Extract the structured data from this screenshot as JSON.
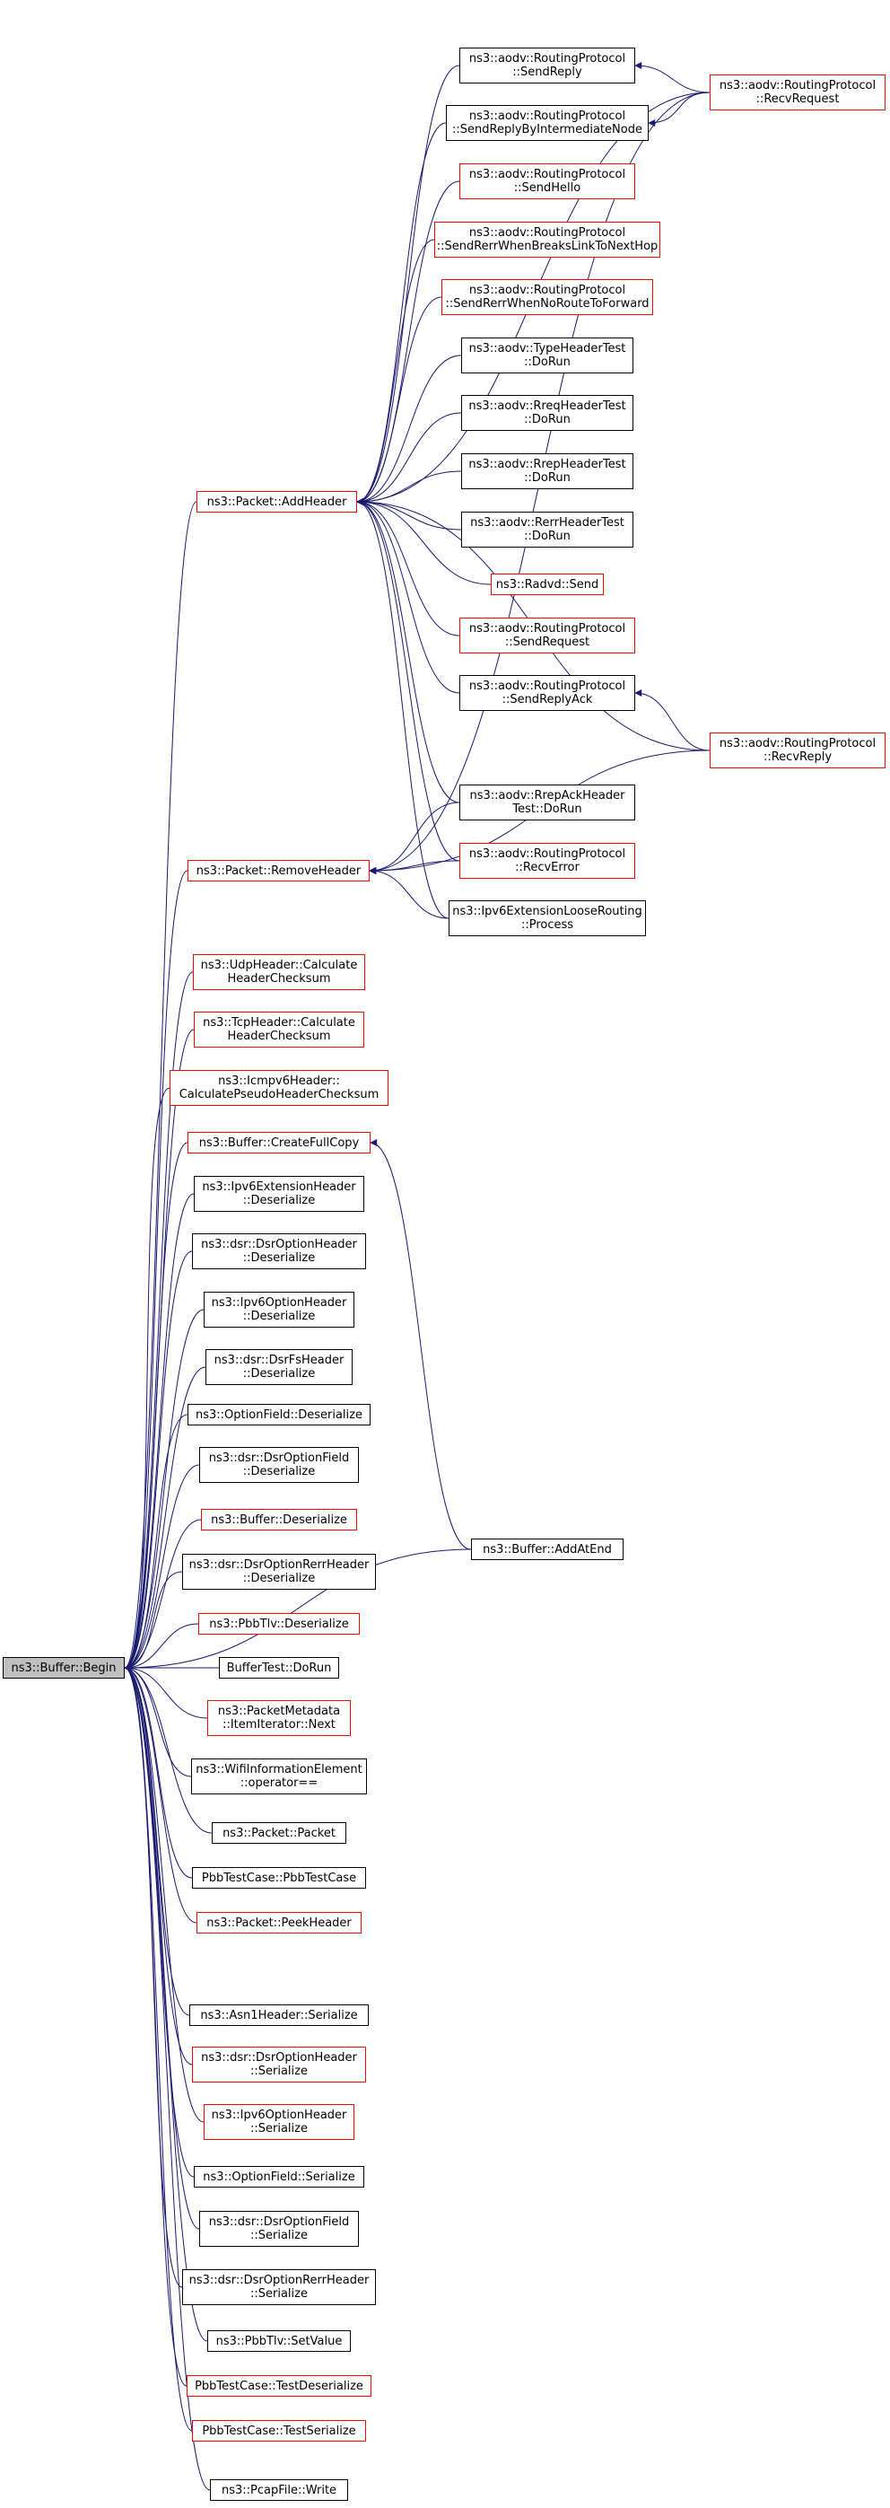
{
  "colors": {
    "edge": "#191970",
    "border_default": "#000000",
    "border_red": "#ff0000",
    "root_fill": "#bfbfbf"
  },
  "nodes": {
    "root": {
      "label": "ns3::Buffer::Begin",
      "border": "black"
    },
    "add_header": {
      "label": "ns3::Packet::AddHeader",
      "border": "red"
    },
    "remove_header": {
      "label": "ns3::Packet::RemoveHeader",
      "border": "red"
    },
    "send_reply": {
      "label": "ns3::aodv::RoutingProtocol\n::SendReply",
      "border": "black"
    },
    "send_reply_intermediate": {
      "label": "ns3::aodv::RoutingProtocol\n::SendReplyByIntermediateNode",
      "border": "black"
    },
    "send_hello": {
      "label": "ns3::aodv::RoutingProtocol\n::SendHello",
      "border": "red"
    },
    "send_rerr_breaks": {
      "label": "ns3::aodv::RoutingProtocol\n::SendRerrWhenBreaksLinkToNextHop",
      "border": "red"
    },
    "send_rerr_noroute": {
      "label": "ns3::aodv::RoutingProtocol\n::SendRerrWhenNoRouteToForward",
      "border": "red"
    },
    "type_header_test": {
      "label": "ns3::aodv::TypeHeaderTest\n::DoRun",
      "border": "black"
    },
    "rreq_header_test": {
      "label": "ns3::aodv::RreqHeaderTest\n::DoRun",
      "border": "black"
    },
    "rrep_header_test": {
      "label": "ns3::aodv::RrepHeaderTest\n::DoRun",
      "border": "black"
    },
    "rerr_header_test": {
      "label": "ns3::aodv::RerrHeaderTest\n::DoRun",
      "border": "black"
    },
    "radvd_send": {
      "label": "ns3::Radvd::Send",
      "border": "red"
    },
    "send_request": {
      "label": "ns3::aodv::RoutingProtocol\n::SendRequest",
      "border": "red"
    },
    "send_reply_ack": {
      "label": "ns3::aodv::RoutingProtocol\n::SendReplyAck",
      "border": "black"
    },
    "recv_request": {
      "label": "ns3::aodv::RoutingProtocol\n::RecvRequest",
      "border": "red"
    },
    "recv_reply": {
      "label": "ns3::aodv::RoutingProtocol\n::RecvReply",
      "border": "red"
    },
    "rrep_ack_header_test": {
      "label": "ns3::aodv::RrepAckHeader\nTest::DoRun",
      "border": "black"
    },
    "recv_error": {
      "label": "ns3::aodv::RoutingProtocol\n::RecvError",
      "border": "red"
    },
    "ipv6_loose_routing": {
      "label": "ns3::Ipv6ExtensionLooseRouting\n::Process",
      "border": "black"
    },
    "udp_checksum": {
      "label": "ns3::UdpHeader::Calculate\nHeaderChecksum",
      "border": "red"
    },
    "tcp_checksum": {
      "label": "ns3::TcpHeader::Calculate\nHeaderChecksum",
      "border": "red"
    },
    "icmpv6_checksum": {
      "label": "ns3::Icmpv6Header::\nCalculatePseudoHeaderChecksum",
      "border": "red"
    },
    "create_full_copy": {
      "label": "ns3::Buffer::CreateFullCopy",
      "border": "red"
    },
    "ipv6_ext_deser": {
      "label": "ns3::Ipv6ExtensionHeader\n::Deserialize",
      "border": "black"
    },
    "dsr_option_header_deser": {
      "label": "ns3::dsr::DsrOptionHeader\n::Deserialize",
      "border": "black"
    },
    "ipv6_option_header_deser": {
      "label": "ns3::Ipv6OptionHeader\n::Deserialize",
      "border": "black"
    },
    "dsr_fs_header_deser": {
      "label": "ns3::dsr::DsrFsHeader\n::Deserialize",
      "border": "black"
    },
    "option_field_deser": {
      "label": "ns3::OptionField::Deserialize",
      "border": "black"
    },
    "dsr_option_field_deser": {
      "label": "ns3::dsr::DsrOptionField\n::Deserialize",
      "border": "black"
    },
    "buffer_deser": {
      "label": "ns3::Buffer::Deserialize",
      "border": "red"
    },
    "dsr_option_rerr_deser": {
      "label": "ns3::dsr::DsrOptionRerrHeader\n::Deserialize",
      "border": "black"
    },
    "pbb_tlv_deser": {
      "label": "ns3::PbbTlv::Deserialize",
      "border": "red"
    },
    "buffer_test_dorun": {
      "label": "BufferTest::DoRun",
      "border": "black"
    },
    "packet_metadata_next": {
      "label": "ns3::PacketMetadata\n::ItemIterator::Next",
      "border": "red"
    },
    "wifi_info_eq": {
      "label": "ns3::WifiInformationElement\n::operator==",
      "border": "black"
    },
    "packet_packet": {
      "label": "ns3::Packet::Packet",
      "border": "black"
    },
    "pbb_test_case": {
      "label": "PbbTestCase::PbbTestCase",
      "border": "black"
    },
    "peek_header": {
      "label": "ns3::Packet::PeekHeader",
      "border": "red"
    },
    "asn1_serialize": {
      "label": "ns3::Asn1Header::Serialize",
      "border": "black"
    },
    "dsr_option_header_ser": {
      "label": "ns3::dsr::DsrOptionHeader\n::Serialize",
      "border": "red"
    },
    "ipv6_option_header_ser": {
      "label": "ns3::Ipv6OptionHeader\n::Serialize",
      "border": "red"
    },
    "option_field_ser": {
      "label": "ns3::OptionField::Serialize",
      "border": "black"
    },
    "dsr_option_field_ser": {
      "label": "ns3::dsr::DsrOptionField\n::Serialize",
      "border": "black"
    },
    "dsr_option_rerr_ser": {
      "label": "ns3::dsr::DsrOptionRerrHeader\n::Serialize",
      "border": "black"
    },
    "pbb_tlv_setvalue": {
      "label": "ns3::PbbTlv::SetValue",
      "border": "black"
    },
    "pbb_test_deser": {
      "label": "PbbTestCase::TestDeserialize",
      "border": "red"
    },
    "pbb_test_ser": {
      "label": "PbbTestCase::TestSerialize",
      "border": "red"
    },
    "pcap_write": {
      "label": "ns3::PcapFile::Write",
      "border": "black"
    },
    "add_at_end": {
      "label": "ns3::Buffer::AddAtEnd",
      "border": "black"
    }
  },
  "edges": [
    [
      "add_header",
      "root"
    ],
    [
      "remove_header",
      "root"
    ],
    [
      "udp_checksum",
      "root"
    ],
    [
      "tcp_checksum",
      "root"
    ],
    [
      "icmpv6_checksum",
      "root"
    ],
    [
      "create_full_copy",
      "root"
    ],
    [
      "ipv6_ext_deser",
      "root"
    ],
    [
      "dsr_option_header_deser",
      "root"
    ],
    [
      "ipv6_option_header_deser",
      "root"
    ],
    [
      "dsr_fs_header_deser",
      "root"
    ],
    [
      "option_field_deser",
      "root"
    ],
    [
      "dsr_option_field_deser",
      "root"
    ],
    [
      "buffer_deser",
      "root"
    ],
    [
      "dsr_option_rerr_deser",
      "root"
    ],
    [
      "pbb_tlv_deser",
      "root"
    ],
    [
      "buffer_test_dorun",
      "root"
    ],
    [
      "packet_metadata_next",
      "root"
    ],
    [
      "wifi_info_eq",
      "root"
    ],
    [
      "packet_packet",
      "root"
    ],
    [
      "pbb_test_case",
      "root"
    ],
    [
      "peek_header",
      "root"
    ],
    [
      "add_at_end",
      "root"
    ],
    [
      "asn1_serialize",
      "root"
    ],
    [
      "dsr_option_header_ser",
      "root"
    ],
    [
      "ipv6_option_header_ser",
      "root"
    ],
    [
      "option_field_ser",
      "root"
    ],
    [
      "dsr_option_field_ser",
      "root"
    ],
    [
      "dsr_option_rerr_ser",
      "root"
    ],
    [
      "pbb_tlv_setvalue",
      "root"
    ],
    [
      "pbb_test_deser",
      "root"
    ],
    [
      "pbb_test_ser",
      "root"
    ],
    [
      "pcap_write",
      "root"
    ],
    [
      "send_reply",
      "add_header"
    ],
    [
      "send_reply_intermediate",
      "add_header"
    ],
    [
      "send_hello",
      "add_header"
    ],
    [
      "send_rerr_breaks",
      "add_header"
    ],
    [
      "send_rerr_noroute",
      "add_header"
    ],
    [
      "type_header_test",
      "add_header"
    ],
    [
      "rreq_header_test",
      "add_header"
    ],
    [
      "rrep_header_test",
      "add_header"
    ],
    [
      "rerr_header_test",
      "add_header"
    ],
    [
      "radvd_send",
      "add_header"
    ],
    [
      "send_request",
      "add_header"
    ],
    [
      "send_reply_ack",
      "add_header"
    ],
    [
      "recv_request",
      "add_header"
    ],
    [
      "recv_reply",
      "add_header"
    ],
    [
      "rrep_ack_header_test",
      "add_header"
    ],
    [
      "recv_error",
      "add_header"
    ],
    [
      "ipv6_loose_routing",
      "add_header"
    ],
    [
      "rrep_ack_header_test",
      "remove_header"
    ],
    [
      "recv_error",
      "remove_header"
    ],
    [
      "ipv6_loose_routing",
      "remove_header"
    ],
    [
      "recv_request",
      "remove_header"
    ],
    [
      "recv_reply",
      "remove_header"
    ],
    [
      "recv_request",
      "send_reply"
    ],
    [
      "recv_request",
      "send_reply_intermediate"
    ],
    [
      "recv_reply",
      "send_reply_ack"
    ],
    [
      "add_at_end",
      "create_full_copy"
    ]
  ]
}
